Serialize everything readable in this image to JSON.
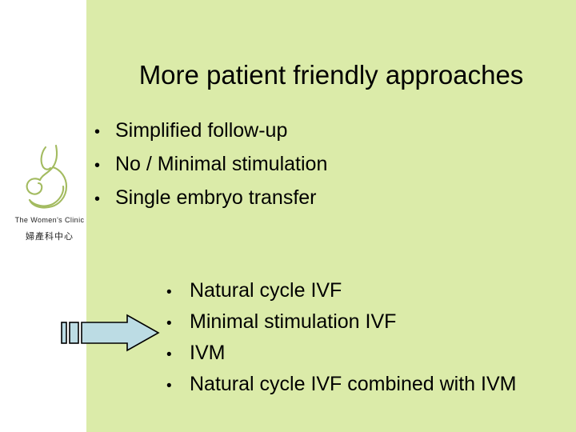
{
  "slide": {
    "title": "More patient friendly approaches",
    "background_color": "#ffffff",
    "panel_color": "#dbeba9"
  },
  "primary_list": {
    "bullet_glyph": "•",
    "items": [
      {
        "label": "Simplified follow-up"
      },
      {
        "label": "No / Minimal stimulation"
      },
      {
        "label": "Single embryo transfer"
      }
    ]
  },
  "secondary_list": {
    "bullet_glyph": "•",
    "items": [
      {
        "label": "Natural cycle IVF"
      },
      {
        "label": "Minimal stimulation IVF"
      },
      {
        "label": "IVM"
      },
      {
        "label": "Natural cycle IVF combined with IVM"
      }
    ]
  },
  "logo": {
    "icon": "mother-and-child-icon",
    "name_en": "The Women's Clinic",
    "name_zh": "婦產科中心",
    "stroke_color": "#a3bb60"
  },
  "arrow": {
    "icon": "striped-right-arrow-icon",
    "fill_color": "#bcdce4",
    "outline_color": "#000000",
    "direction": "right",
    "stripe_count": 2
  }
}
